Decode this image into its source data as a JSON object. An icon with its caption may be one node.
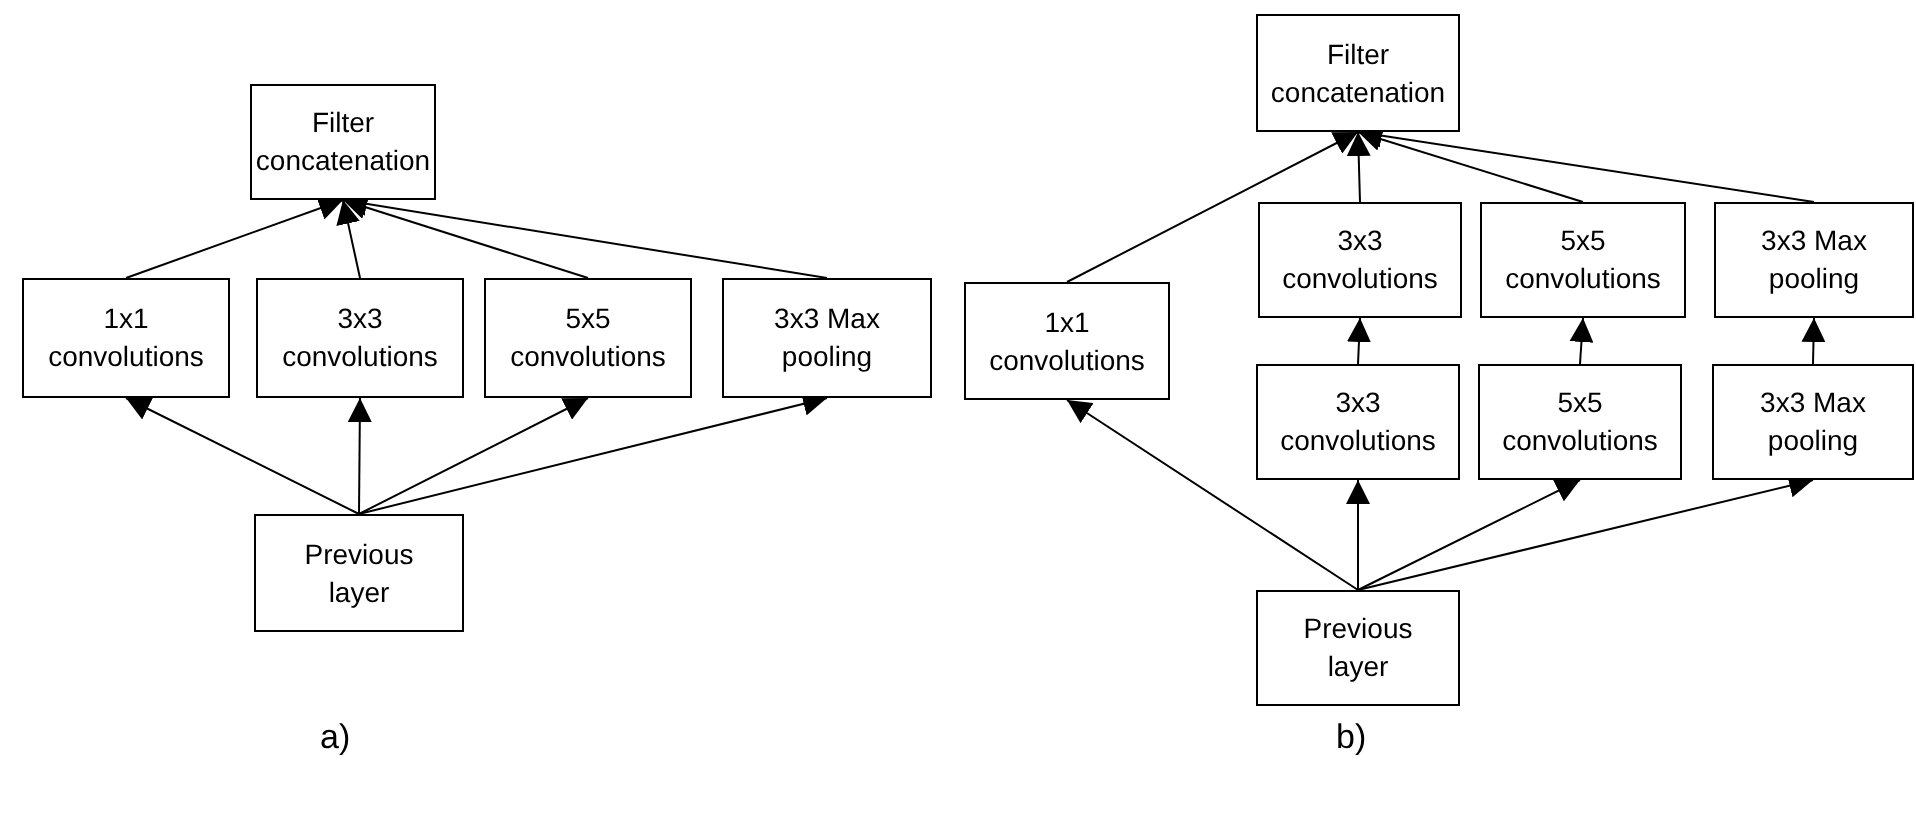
{
  "diagram": {
    "nodes": [
      {
        "text": [
          "Filter concatenation"
        ]
      },
      {
        "text": [
          "1x1 convolutions"
        ]
      },
      {
        "text": [
          "3x3 convolutions"
        ]
      },
      {
        "text": [
          "5x5 convolutions"
        ]
      },
      {
        "text": [
          "3x3 Max pooling"
        ]
      },
      {
        "text": [
          "Previous layer"
        ]
      },
      {
        "text": [
          "Filter concatenation"
        ]
      },
      {
        "text": [
          "1x1 convolutions"
        ]
      },
      {
        "text": [
          "3x3 convolutions"
        ]
      },
      {
        "text": [
          "5x5 convolutions"
        ]
      },
      {
        "text": [
          "3x3 Max pooling"
        ]
      },
      {
        "text": [
          "3x3 convolutions"
        ]
      },
      {
        "text": [
          "5x5 convolutions"
        ]
      },
      {
        "text": [
          "3x3 Max pooling"
        ]
      },
      {
        "text": [
          "Previous layer"
        ]
      }
    ],
    "edges": [
      {
        "from": 5,
        "to": 1,
        "arrow": "to"
      },
      {
        "from": 5,
        "to": 2,
        "arrow": "to"
      },
      {
        "from": 5,
        "to": 3,
        "arrow": "to"
      },
      {
        "from": 5,
        "to": 4,
        "arrow": "to"
      },
      {
        "from": 1,
        "to": 0,
        "arrow": "to"
      },
      {
        "from": 2,
        "to": 0,
        "arrow": "to"
      },
      {
        "from": 3,
        "to": 0,
        "arrow": "to"
      },
      {
        "from": 4,
        "to": 0,
        "arrow": "to"
      },
      {
        "from": 14,
        "to": 7,
        "arrow": "to"
      },
      {
        "from": 14,
        "to": 11,
        "arrow": "to"
      },
      {
        "from": 14,
        "to": 12,
        "arrow": "to"
      },
      {
        "from": 14,
        "to": 13,
        "arrow": "to"
      },
      {
        "from": 11,
        "to": 8,
        "arrow": "to"
      },
      {
        "from": 12,
        "to": 9,
        "arrow": "to"
      },
      {
        "from": 13,
        "to": 10,
        "arrow": "to"
      },
      {
        "from": 7,
        "to": 6,
        "arrow": "to"
      },
      {
        "from": 8,
        "to": 6,
        "arrow": "to"
      },
      {
        "from": 9,
        "to": 6,
        "arrow": "to"
      },
      {
        "from": 10,
        "to": 6,
        "arrow": "to"
      }
    ],
    "labels": [
      "a)",
      "b)"
    ]
  }
}
